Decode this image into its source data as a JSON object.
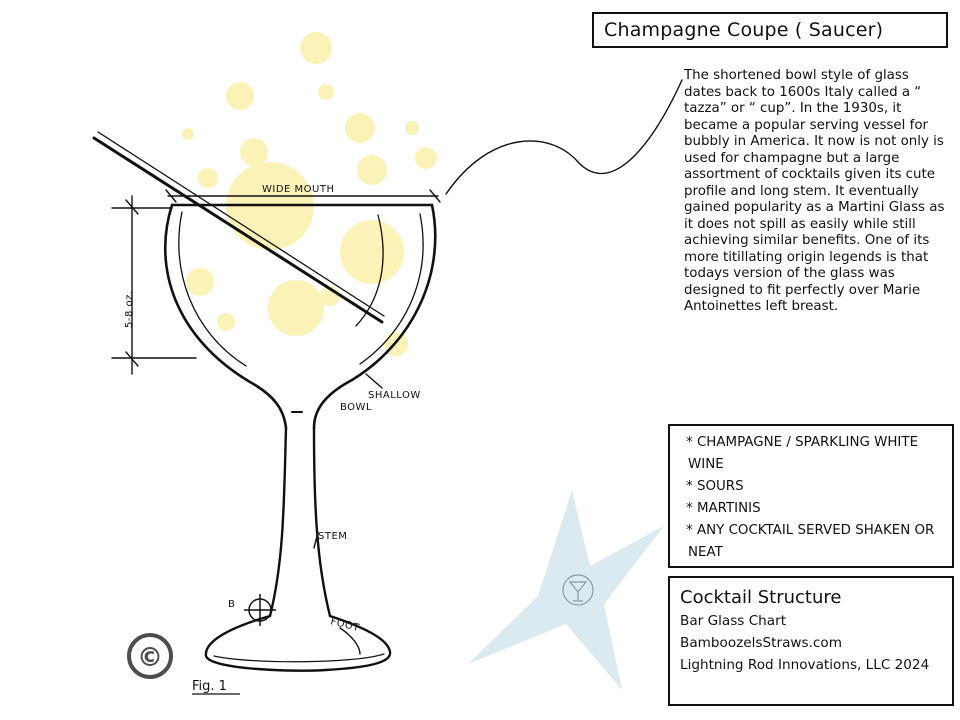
{
  "title": "Champagne Coupe ( Saucer)",
  "description": "The shortened bowl style of glass dates back to 1600s Italy called a “ tazza” or “ cup”.  In the 1930s, it became a popular serving vessel for bubbly in America.  It now is not only is used for champagne but a large assortment of cocktails given its cute profile and long stem.  It eventually gained popularity as a Martini Glass as it does not spill as easily while still achieving similar benefits.  One of its more titillating origin legends is that todays version of the glass was designed to fit perfectly over Marie Antoinettes left breast.",
  "uses": [
    "* CHAMPAGNE / SPARKLING WHITE WINE",
    "* SOURS",
    "* MARTINIS",
    "* ANY COCKTAIL SERVED SHAKEN OR NEAT"
  ],
  "structure": {
    "heading": "Cocktail Structure",
    "lines": [
      "Bar Glass Chart",
      "BamboozelsStraws.com",
      "Lightning Rod Innovations, LLC 2024"
    ]
  },
  "sketch": {
    "labels": {
      "wide_mouth": "WIDE MOUTH",
      "capacity": "5-8 oz.",
      "shallow": "SHALLOW",
      "bowl": "BOWL",
      "stem": "STEM",
      "foot": "FOOT",
      "fig": "Fig. 1",
      "b_marker": "B"
    },
    "copyright_symbol": "©"
  },
  "colors": {
    "bubble_yellow": "#fbf2b8",
    "star_blue": "#dbe9f1",
    "ink": "#111111",
    "copyright_gray": "#4d4d4d"
  }
}
